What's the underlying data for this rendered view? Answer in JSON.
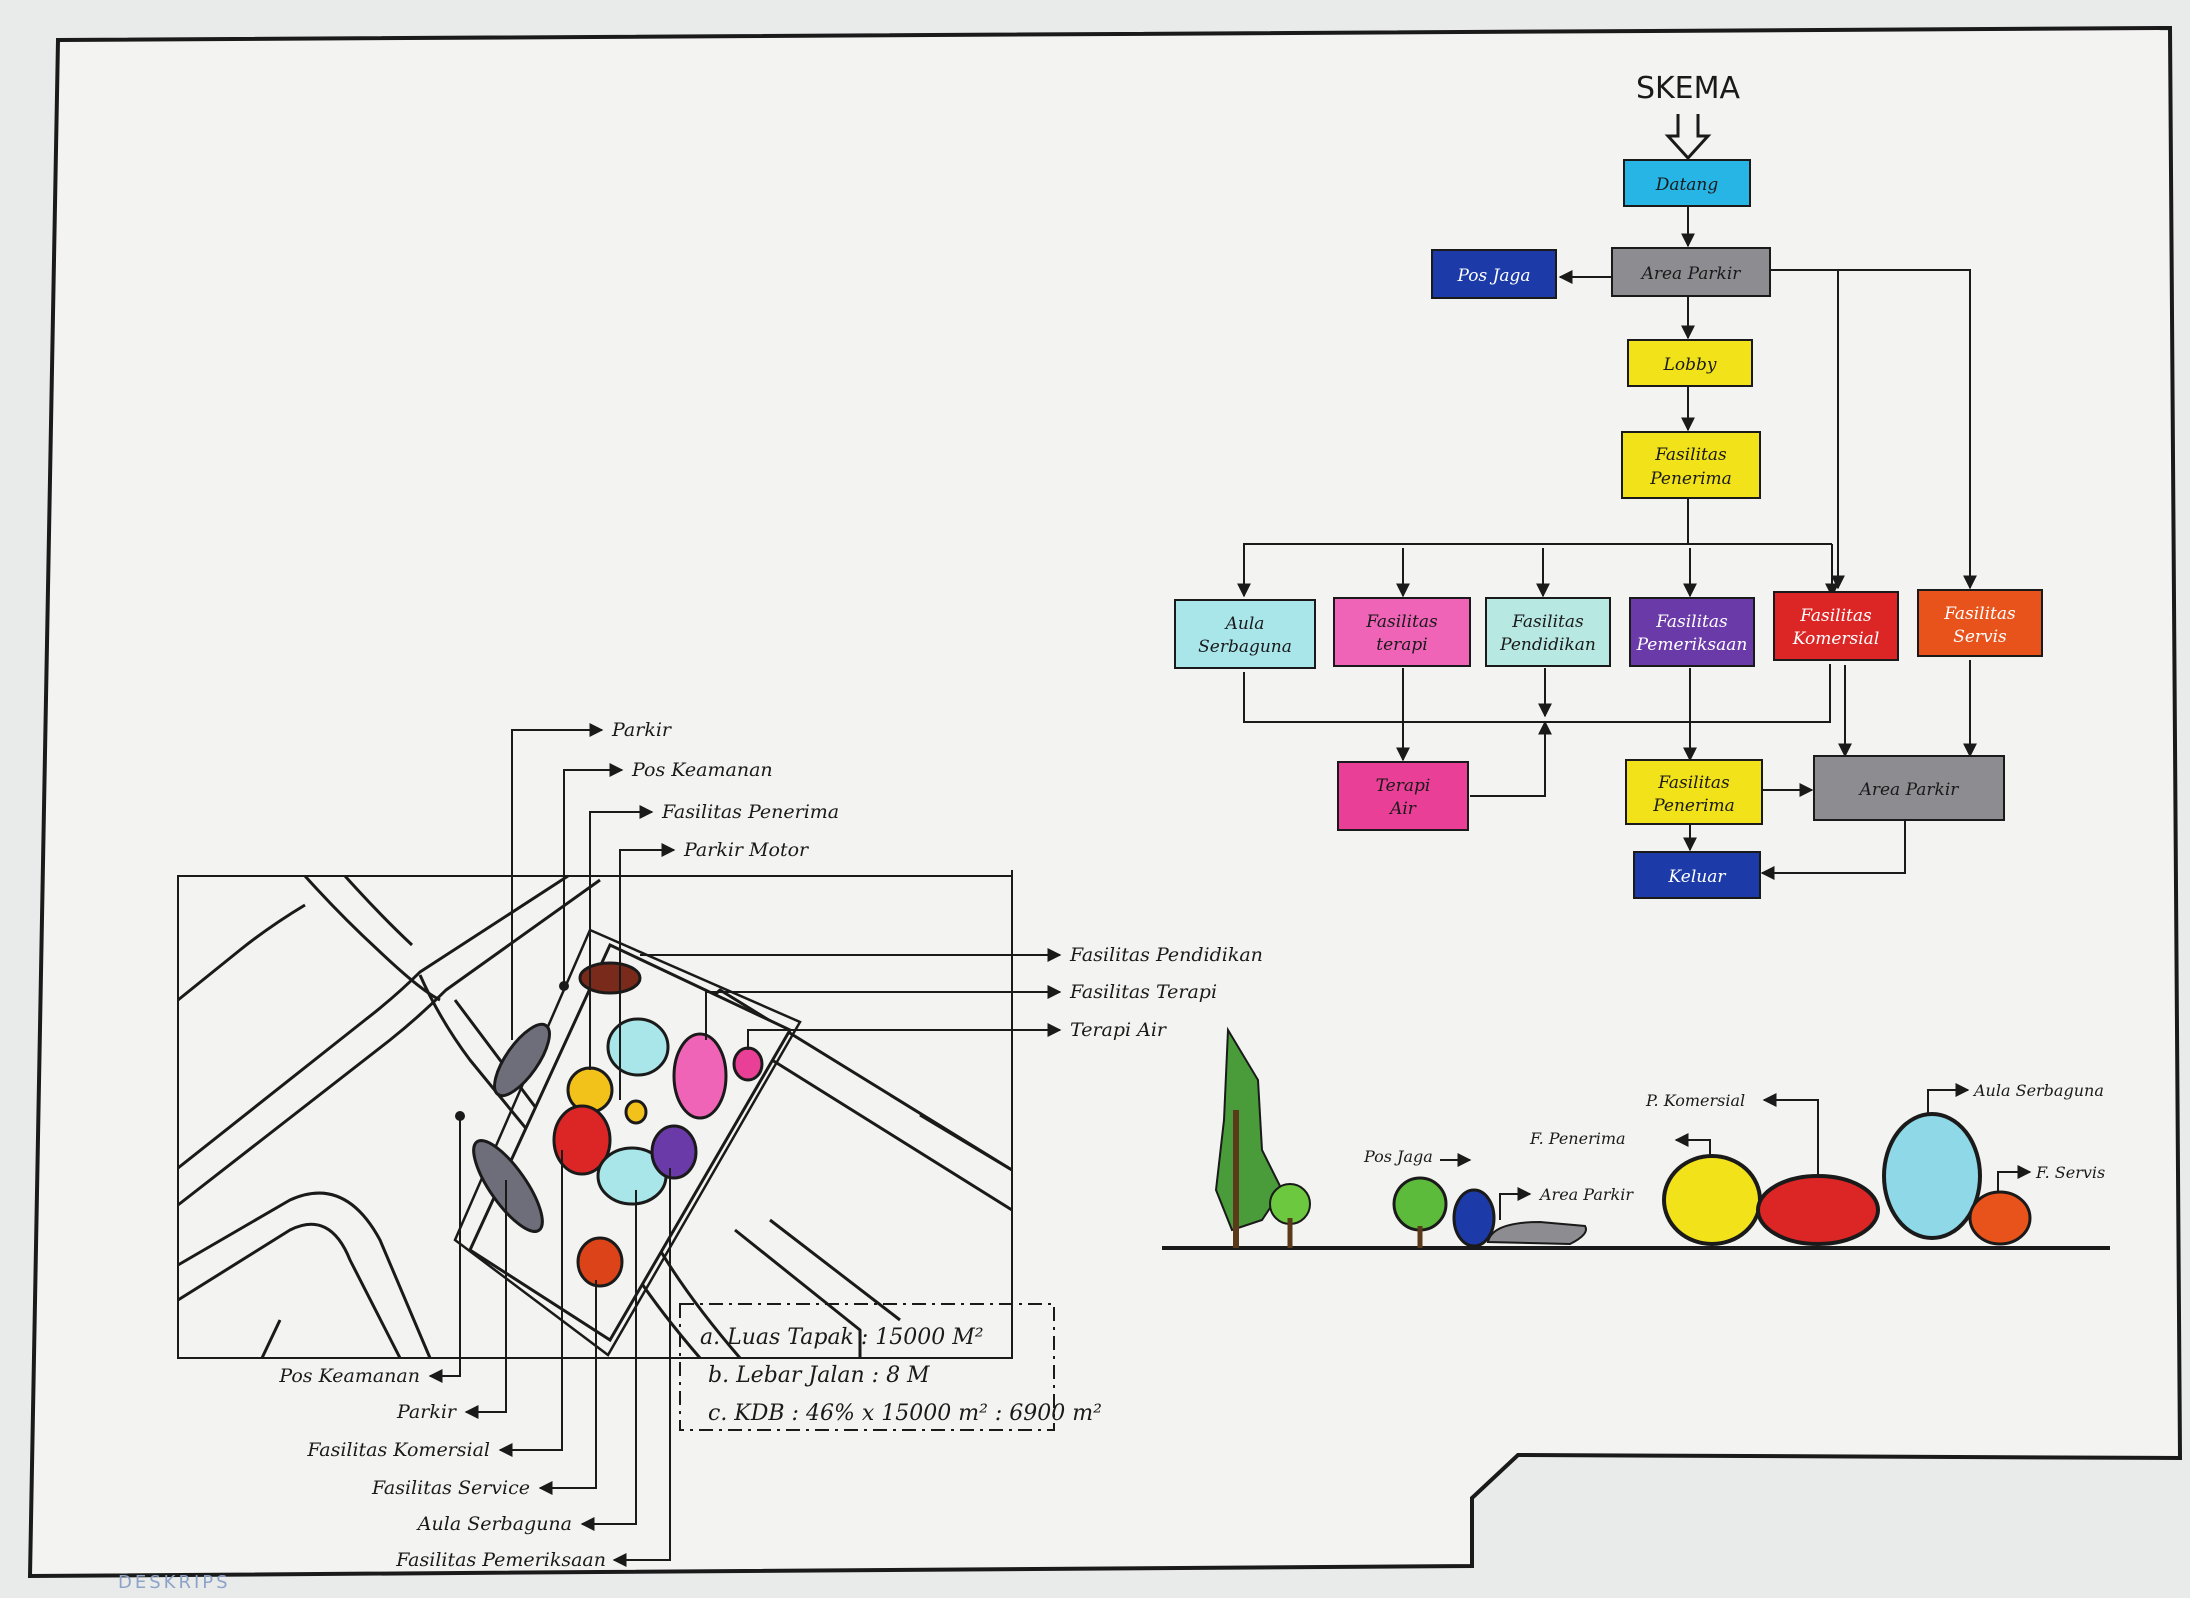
{
  "skema": {
    "title": "SKEMA",
    "nodes": {
      "datang": "Datang",
      "pos_jaga": "Pos Jaga",
      "area_parkir_top": "Area Parkir",
      "lobby": "Lobby",
      "fas_penerima_1": "Fasilitas",
      "fas_penerima_2": "Penerima",
      "aula_1": "Aula",
      "aula_2": "Serbaguna",
      "terapi_1": "Fasilitas",
      "terapi_2": "terapi",
      "pendidikan_1": "Fasilitas",
      "pendidikan_2": "Pendidikan",
      "pemeriksaan_1": "Fasilitas",
      "pemeriksaan_2": "Pemeriksaan",
      "komersial_1": "Fasilitas",
      "komersial_2": "Komersial",
      "servis_1": "Fasilitas",
      "servis_2": "Servis",
      "terapi_air_1": "Terapi",
      "terapi_air_2": "Air",
      "fas_penerima_b1": "Fasilitas",
      "fas_penerima_b2": "Penerima",
      "area_parkir_bottom": "Area Parkir",
      "keluar": "Keluar"
    },
    "colors": {
      "cyan": "#27b5e6",
      "gray": "#8c8c91",
      "navy": "#1c3ba8",
      "yellow": "#f2e21a",
      "aqua": "#a9e6ea",
      "pink": "#f064b8",
      "mint": "#b8e8e2",
      "purple": "#6a3aa8",
      "red": "#dc2626",
      "orange": "#e8531c",
      "magenta": "#ea3f97"
    }
  },
  "siteplan": {
    "top_labels": [
      "Parkir",
      "Pos Keamanan",
      "Fasilitas Penerima",
      "Parkir Motor"
    ],
    "right_labels": [
      "Fasilitas Pendidikan",
      "Fasilitas Terapi",
      "Terapi Air"
    ],
    "bottom_labels": [
      "Pos Keamanan",
      "Parkir",
      "Fasilitas Komersial",
      "Fasilitas Service",
      "Aula Serbaguna",
      "Fasilitas Pemeriksaan"
    ]
  },
  "notes": {
    "a": "a. Luas Tapak : 15000 M²",
    "b": "b. Lebar Jalan : 8 M",
    "c": "c. KDB : 46% x 15000 m² : 6900 m²"
  },
  "section": {
    "labels": [
      "Pos Jaga",
      "F. Penerima",
      "Area Parkir",
      "P. Komersial",
      "Aula Serbaguna",
      "F. Servis"
    ]
  },
  "footer": {
    "tag": "DESKRIPS"
  }
}
